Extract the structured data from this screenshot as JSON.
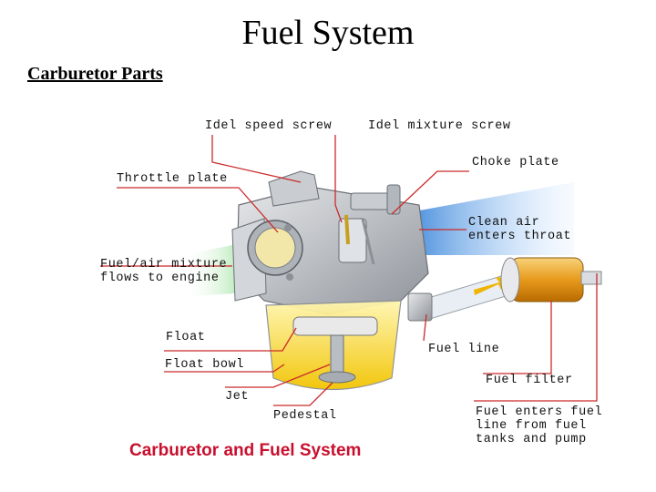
{
  "page": {
    "title": "Fuel System",
    "subtitle": "Carburetor Parts"
  },
  "diagram": {
    "caption": "Carburetor and Fuel System",
    "labels": {
      "idle_speed_screw": "Idel speed screw",
      "idle_mixture_screw": "Idel mixture screw",
      "choke_plate": "Choke plate",
      "throttle_plate": "Throttle plate",
      "clean_air": "Clean air\nenters throat",
      "fuel_air_mixture": "Fuel/air mixture\nflows to engine",
      "float": "Float",
      "fuel_line": "Fuel line",
      "float_bowl": "Float bowl",
      "fuel_filter": "Fuel filter",
      "jet": "Jet",
      "pedestal": "Pedestal",
      "fuel_enters": "Fuel enters fuel\nline from fuel\ntanks and pump"
    },
    "colors": {
      "leader_line": "#cc2a2a",
      "caption": "#c8102e",
      "air_flow": "#3d8fe0",
      "mixture_flow": "#7fd67f",
      "fuel": "#f5c518",
      "metal": "#b8bcc2"
    }
  }
}
